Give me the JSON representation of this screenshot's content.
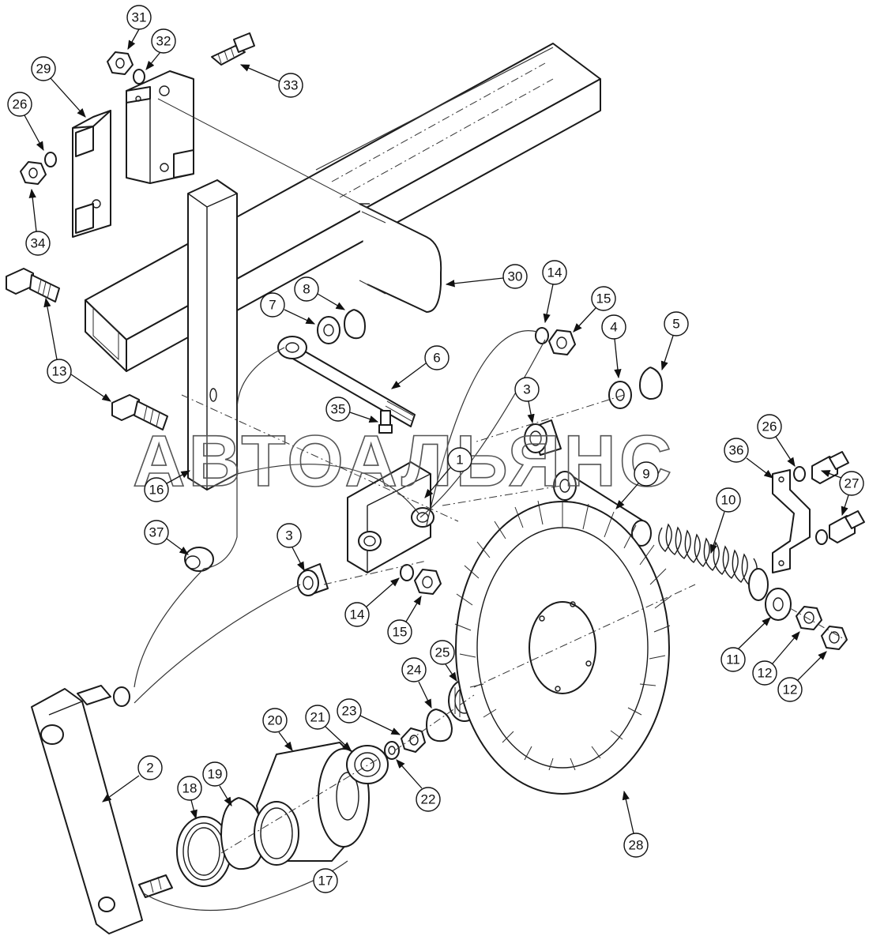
{
  "watermark": "АВТОАЛЬЯНС",
  "callouts": [
    "1",
    "2",
    "3",
    "3",
    "4",
    "5",
    "6",
    "7",
    "8",
    "9",
    "10",
    "11",
    "12",
    "12",
    "13",
    "14",
    "14",
    "15",
    "15",
    "16",
    "17",
    "18",
    "19",
    "20",
    "21",
    "22",
    "23",
    "24",
    "25",
    "26",
    "26",
    "27",
    "28",
    "29",
    "30",
    "31",
    "32",
    "33",
    "34",
    "35",
    "36",
    "37"
  ]
}
